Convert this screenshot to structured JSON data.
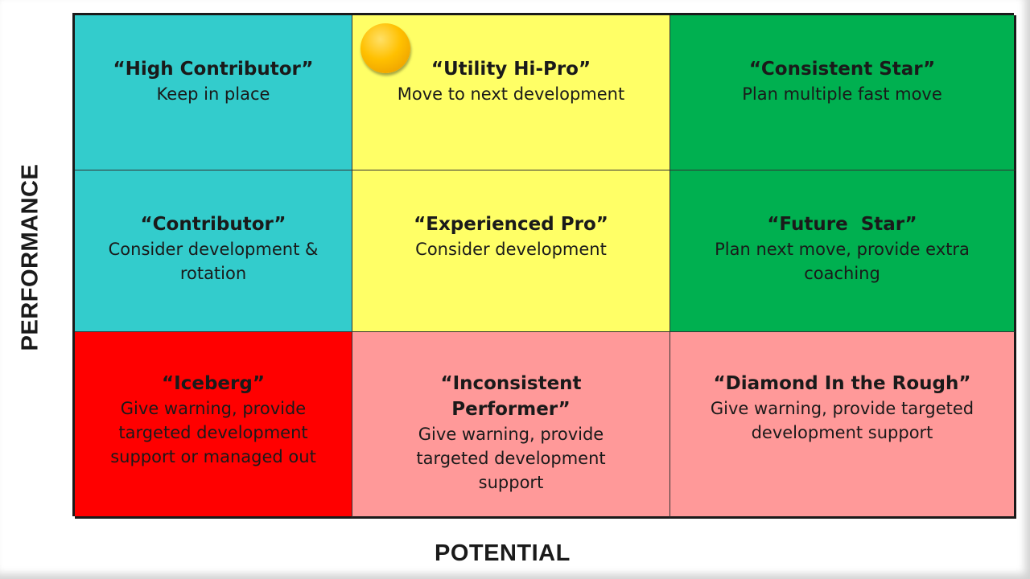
{
  "axes": {
    "x_label": "POTENTIAL",
    "y_label": "PERFORMANCE"
  },
  "colors": {
    "teal": "#33cccc",
    "yellow": "#ffff66",
    "green": "#00b050",
    "red": "#ff0000",
    "pink": "#ff9999",
    "marker": "#ffc000"
  },
  "cells": [
    {
      "title": "“High Contributor”",
      "desc": "Keep in place"
    },
    {
      "title": "“Utility Hi-Pro”",
      "desc": "Move to next development"
    },
    {
      "title": "“Consistent Star”",
      "desc": "Plan multiple fast move"
    },
    {
      "title": "“Contributor”",
      "desc": "Consider development & rotation"
    },
    {
      "title": "“Experienced Pro”",
      "desc": "Consider development"
    },
    {
      "title": "“Future  Star”",
      "desc": "Plan next move, provide extra coaching"
    },
    {
      "title": "“Iceberg”",
      "desc": "Give warning, provide targeted development support or managed out"
    },
    {
      "title": "“Inconsistent Performer”",
      "desc": "Give warning, provide targeted development support"
    },
    {
      "title": "“Diamond In the Rough”",
      "desc": "Give warning, provide targeted development support"
    }
  ],
  "marker": {
    "icon": "gold-circle-icon",
    "cell": "Utility Hi-Pro"
  }
}
